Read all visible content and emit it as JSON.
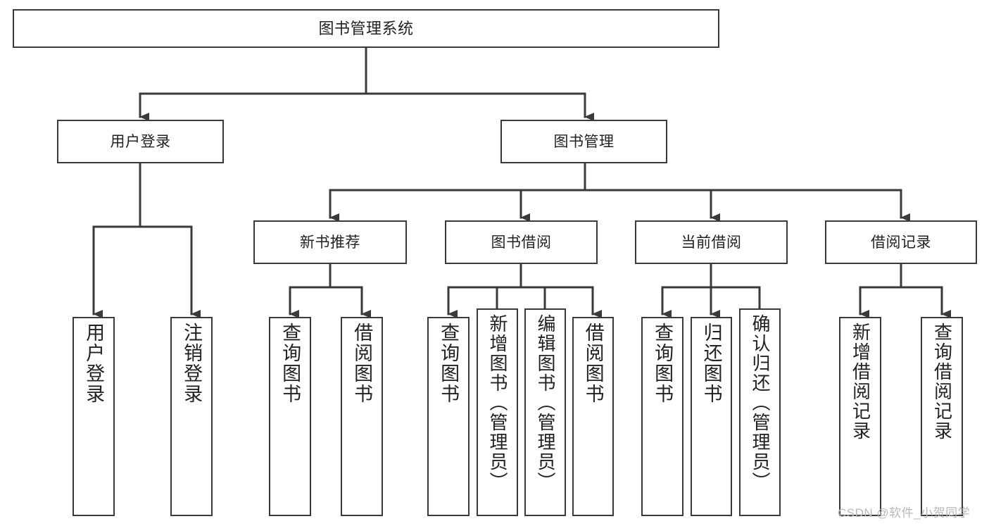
{
  "diagram": {
    "title": "图书管理系统",
    "type": "hierarchy-tree",
    "watermark": "CSDN @软件_小贺同学",
    "colors": {
      "background": "#ffffff",
      "box_border": "#3a3a3a",
      "edge": "#3a3a3a",
      "text": "#222222",
      "watermark": "#b9b9b9"
    },
    "levels": [
      {
        "level": 1,
        "nodes": [
          {
            "id": "root",
            "label": "图书管理系统",
            "orientation": "horizontal"
          }
        ]
      },
      {
        "level": 2,
        "nodes": [
          {
            "id": "user-login",
            "label": "用户登录",
            "orientation": "horizontal",
            "parent": "root"
          },
          {
            "id": "book-admin",
            "label": "图书管理",
            "orientation": "horizontal",
            "parent": "root"
          }
        ]
      },
      {
        "level": 3,
        "nodes": [
          {
            "id": "new-book-rec",
            "label": "新书推荐",
            "orientation": "horizontal",
            "parent": "book-admin"
          },
          {
            "id": "book-borrow",
            "label": "图书借阅",
            "orientation": "horizontal",
            "parent": "book-admin"
          },
          {
            "id": "current-borrow",
            "label": "当前借阅",
            "orientation": "horizontal",
            "parent": "book-admin"
          },
          {
            "id": "borrow-record",
            "label": "借阅记录",
            "orientation": "horizontal",
            "parent": "book-admin"
          }
        ]
      },
      {
        "level": 4,
        "nodes": [
          {
            "id": "leaf-user-login",
            "label": "用户登录",
            "orientation": "vertical",
            "parent": "user-login"
          },
          {
            "id": "leaf-logout",
            "label": "注销登录",
            "orientation": "vertical",
            "parent": "user-login"
          },
          {
            "id": "leaf-query-book-1",
            "label": "查询图书",
            "orientation": "vertical",
            "parent": "new-book-rec"
          },
          {
            "id": "leaf-borrow-book-1",
            "label": "借阅图书",
            "orientation": "vertical",
            "parent": "new-book-rec"
          },
          {
            "id": "leaf-query-book-2",
            "label": "查询图书",
            "orientation": "vertical",
            "parent": "book-borrow"
          },
          {
            "id": "leaf-add-book",
            "label": "新增图书（管理员）",
            "orientation": "vertical",
            "parent": "book-borrow"
          },
          {
            "id": "leaf-edit-book",
            "label": "编辑图书（管理员）",
            "orientation": "vertical",
            "parent": "book-borrow"
          },
          {
            "id": "leaf-borrow-book-2",
            "label": "借阅图书",
            "orientation": "vertical",
            "parent": "book-borrow"
          },
          {
            "id": "leaf-query-book-3",
            "label": "查询图书",
            "orientation": "vertical",
            "parent": "current-borrow"
          },
          {
            "id": "leaf-return-book",
            "label": "归还图书",
            "orientation": "vertical",
            "parent": "current-borrow"
          },
          {
            "id": "leaf-confirm-return",
            "label": "确认归还（管理员）",
            "orientation": "vertical",
            "parent": "current-borrow"
          },
          {
            "id": "leaf-add-record",
            "label": "新增借阅记录",
            "orientation": "vertical",
            "parent": "borrow-record"
          },
          {
            "id": "leaf-query-record",
            "label": "查询借阅记录",
            "orientation": "vertical",
            "parent": "borrow-record"
          }
        ]
      }
    ]
  }
}
